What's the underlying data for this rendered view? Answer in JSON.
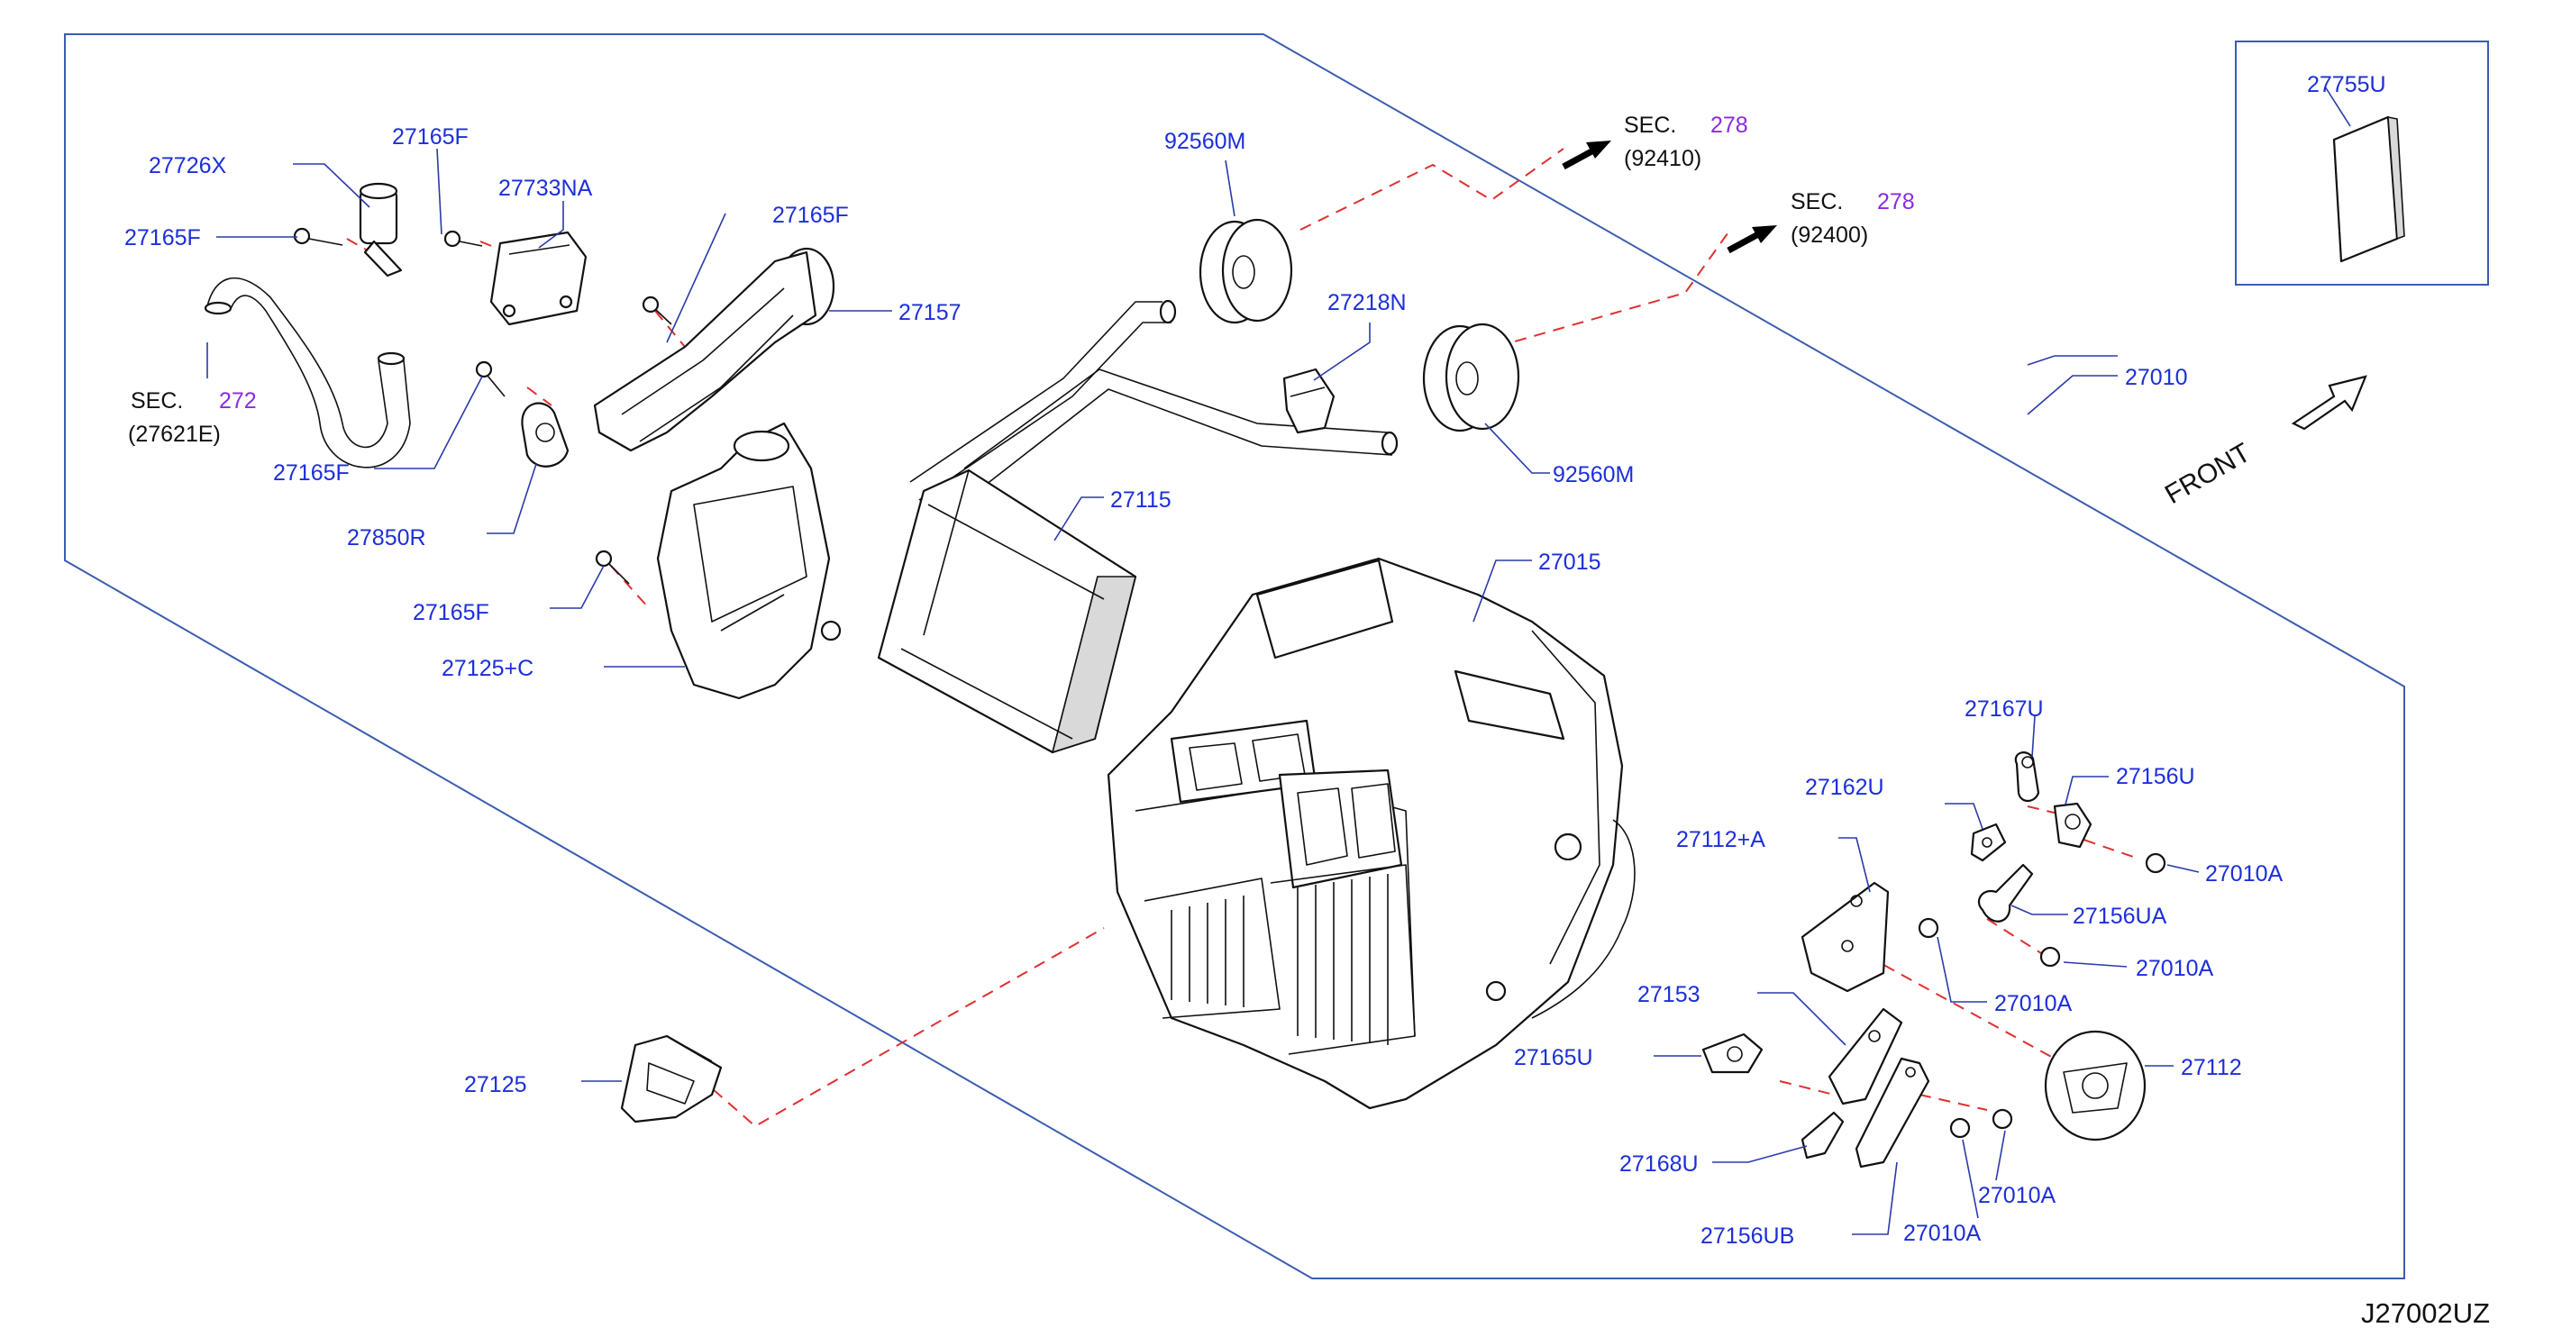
{
  "diagram": {
    "code": "J27002UZ",
    "front_label": "FRONT",
    "part_numbers": {
      "p27726x": "27726X",
      "p27165f_a": "27165F",
      "p27165f_b": "27165F",
      "p27165f_c": "27165F",
      "p27165f_d": "27165F",
      "p27165f_e": "27165F",
      "p27733na": "27733NA",
      "p27157": "27157",
      "p27850r": "27850R",
      "p27125c": "27125+C",
      "p27125": "27125",
      "p92560m_a": "92560M",
      "p92560m_b": "92560M",
      "p27218n": "27218N",
      "p27115": "27115",
      "p27015": "27015",
      "p27010": "27010",
      "p27755u": "27755U",
      "p27167u": "27167U",
      "p27156u": "27156U",
      "p27162u": "27162U",
      "p27112a": "27112+A",
      "p27010a_a": "27010A",
      "p27156ua": "27156UA",
      "p27010a_b": "27010A",
      "p27010a_c": "27010A",
      "p27153": "27153",
      "p27112": "27112",
      "p27165u": "27165U",
      "p27168u": "27168U",
      "p27010a_d": "27010A",
      "p27156ub": "27156UB",
      "p27010a_e": "27010A"
    },
    "section_refs": {
      "sec272": {
        "prefix": "SEC.",
        "number": "272",
        "part": "(27621E)"
      },
      "sec278a": {
        "prefix": "SEC.",
        "number": "278",
        "part": "(92410)"
      },
      "sec278b": {
        "prefix": "SEC.",
        "number": "278",
        "part": "(92400)"
      }
    },
    "colors": {
      "label": "#1c2fd9",
      "section_number": "#8a2be2",
      "leader": "#2a3aa8",
      "border": "#3a5db0",
      "dashed_link": "#e03030"
    }
  }
}
